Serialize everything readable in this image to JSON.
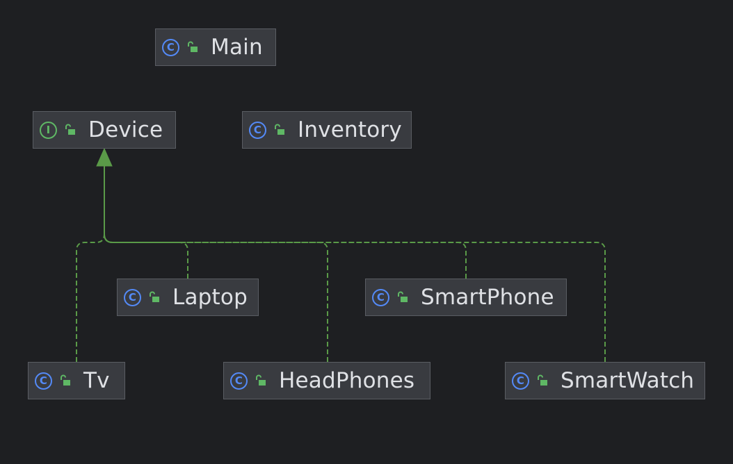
{
  "nodes": [
    {
      "id": "main",
      "kind": "class",
      "kind_letter": "C",
      "name": "Main"
    },
    {
      "id": "device",
      "kind": "interface",
      "kind_letter": "I",
      "name": "Device"
    },
    {
      "id": "inventory",
      "kind": "class",
      "kind_letter": "C",
      "name": "Inventory"
    },
    {
      "id": "laptop",
      "kind": "class",
      "kind_letter": "C",
      "name": "Laptop"
    },
    {
      "id": "smartphone",
      "kind": "class",
      "kind_letter": "C",
      "name": "SmartPhone"
    },
    {
      "id": "tv",
      "kind": "class",
      "kind_letter": "C",
      "name": "Tv"
    },
    {
      "id": "headphones",
      "kind": "class",
      "kind_letter": "C",
      "name": "HeadPhones"
    },
    {
      "id": "smartwatch",
      "kind": "class",
      "kind_letter": "C",
      "name": "SmartWatch"
    }
  ],
  "edges": [
    {
      "from": "tv",
      "to": "device",
      "type": "implements"
    },
    {
      "from": "laptop",
      "to": "device",
      "type": "implements"
    },
    {
      "from": "headphones",
      "to": "device",
      "type": "implements"
    },
    {
      "from": "smartphone",
      "to": "device",
      "type": "implements"
    },
    {
      "from": "smartwatch",
      "to": "device",
      "type": "implements"
    }
  ],
  "icons": {
    "class": "class-icon",
    "interface": "interface-icon",
    "visibility": "public-lock-icon"
  },
  "colors": {
    "background": "#1e1f22",
    "node_fill": "#393b40",
    "node_border": "#5a5d63",
    "text": "#dfe1e5",
    "class_icon": "#548af7",
    "interface_icon": "#5fb865",
    "edge": "#5a9a48"
  }
}
